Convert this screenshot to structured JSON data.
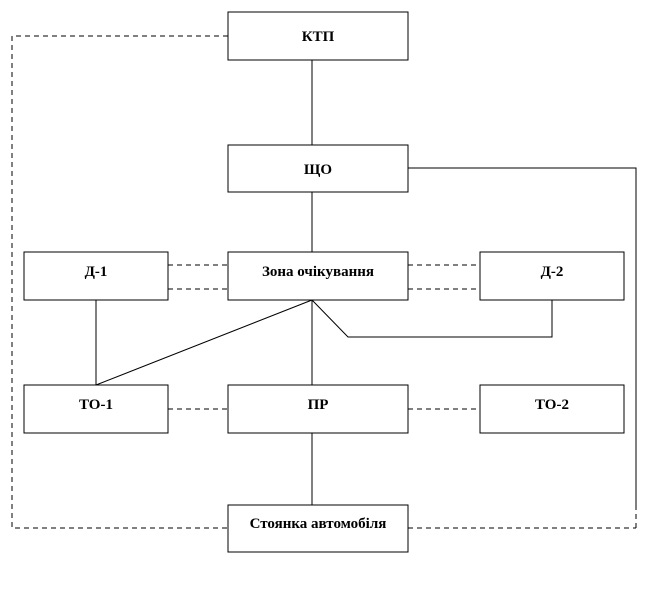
{
  "diagram": {
    "nodes": {
      "ktp": "КТП",
      "shcho": "ЩО",
      "zona": "Зона очікування",
      "d1": "Д-1",
      "d2": "Д-2",
      "to1": "ТО-1",
      "pr": "ПР",
      "to2": "ТО-2",
      "stoyanka": "Стоянка автомобіля"
    },
    "edges": [
      {
        "from": "ktp",
        "to": "shcho",
        "style": "solid"
      },
      {
        "from": "shcho",
        "to": "zona",
        "style": "solid"
      },
      {
        "from": "zona",
        "to": "pr",
        "style": "solid"
      },
      {
        "from": "pr",
        "to": "stoyanka",
        "style": "solid"
      },
      {
        "from": "d1",
        "to": "to1",
        "style": "solid"
      },
      {
        "from": "zona",
        "to": "to1",
        "style": "solid"
      },
      {
        "from": "zona",
        "to": "d2",
        "style": "solid"
      },
      {
        "from": "shcho",
        "to": "stoyanka",
        "style": "solid"
      },
      {
        "from": "d1",
        "to": "zona",
        "style": "dashed"
      },
      {
        "from": "zona",
        "to": "d1",
        "style": "dashed"
      },
      {
        "from": "zona",
        "to": "d2",
        "style": "dashed"
      },
      {
        "from": "d2",
        "to": "zona",
        "style": "dashed"
      },
      {
        "from": "to1",
        "to": "pr",
        "style": "dashed"
      },
      {
        "from": "pr",
        "to": "to2",
        "style": "dashed"
      },
      {
        "from": "ktp",
        "to": "stoyanka",
        "style": "dashed"
      },
      {
        "from": "stoyanka",
        "to": "shcho",
        "style": "dashed"
      }
    ]
  }
}
